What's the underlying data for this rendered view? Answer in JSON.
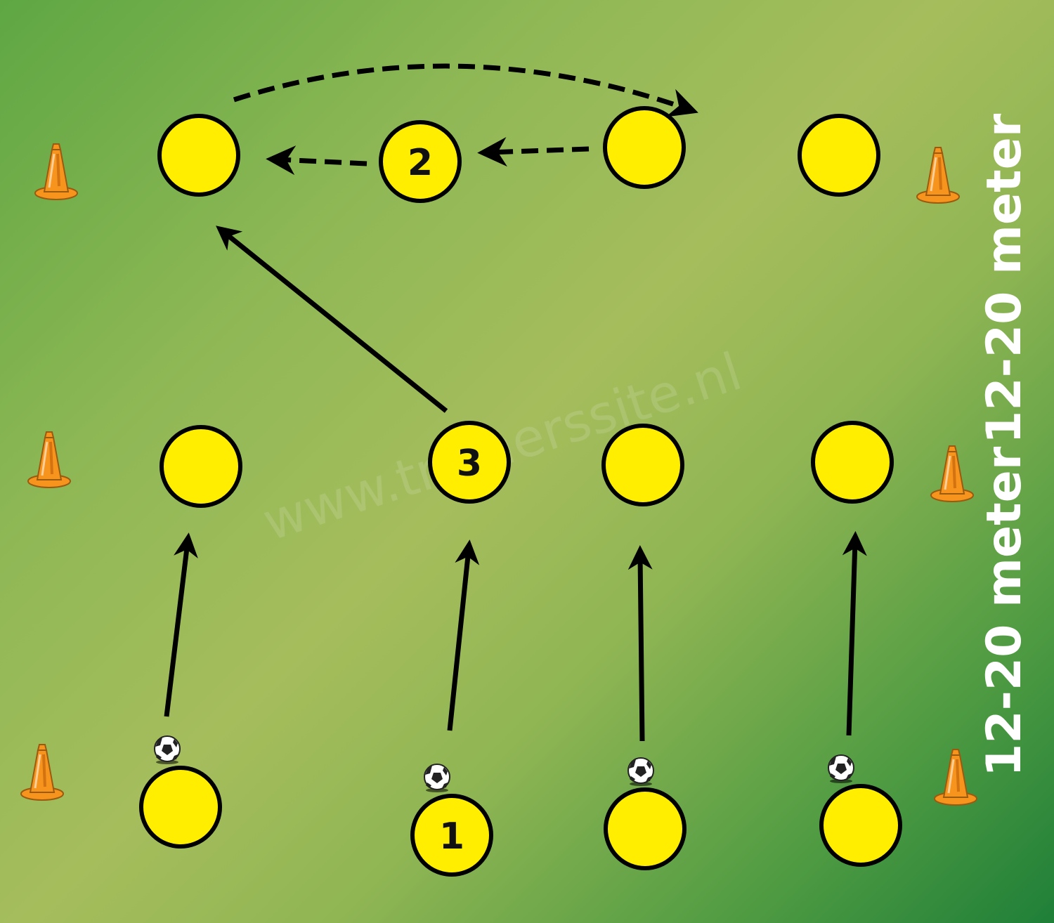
{
  "diagram": {
    "players": [
      {
        "id": "p-top-1",
        "label": ""
      },
      {
        "id": "p-top-2",
        "label": "2"
      },
      {
        "id": "p-top-3",
        "label": ""
      },
      {
        "id": "p-top-4",
        "label": ""
      },
      {
        "id": "p-mid-1",
        "label": ""
      },
      {
        "id": "p-mid-2",
        "label": "3"
      },
      {
        "id": "p-mid-3",
        "label": ""
      },
      {
        "id": "p-mid-4",
        "label": ""
      },
      {
        "id": "p-bot-1",
        "label": ""
      },
      {
        "id": "p-bot-2",
        "label": "1"
      },
      {
        "id": "p-bot-3",
        "label": ""
      },
      {
        "id": "p-bot-4",
        "label": ""
      }
    ],
    "watermark": "www.trainerssite.nl",
    "dimension_labels": {
      "width": "12-20 meter",
      "length": "12-20 meter"
    },
    "colors": {
      "player_fill": "#ffee00",
      "cone": "#f7941d",
      "line": "#000000"
    }
  }
}
